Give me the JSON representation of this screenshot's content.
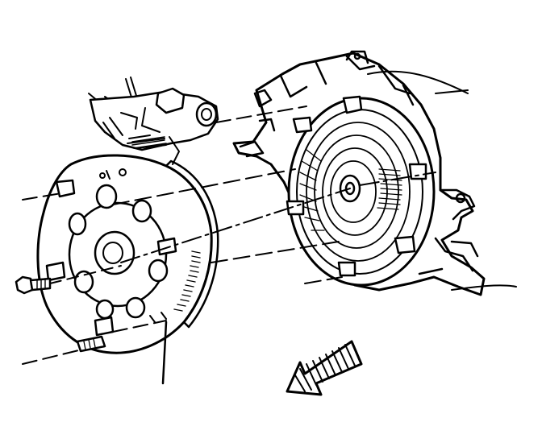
{
  "figure": {
    "kind": "exploded line drawing",
    "colors": {
      "ink": "#000000",
      "paper": "#ffffff"
    },
    "parts": [
      {
        "name": "flywheel",
        "hub_holes": 7
      },
      {
        "name": "torque-converter-housing"
      },
      {
        "name": "flywheel-bolt"
      },
      {
        "name": "wiring-harness-bracket"
      }
    ],
    "arrow": {
      "direction": "down-left",
      "pattern": "striped"
    }
  }
}
